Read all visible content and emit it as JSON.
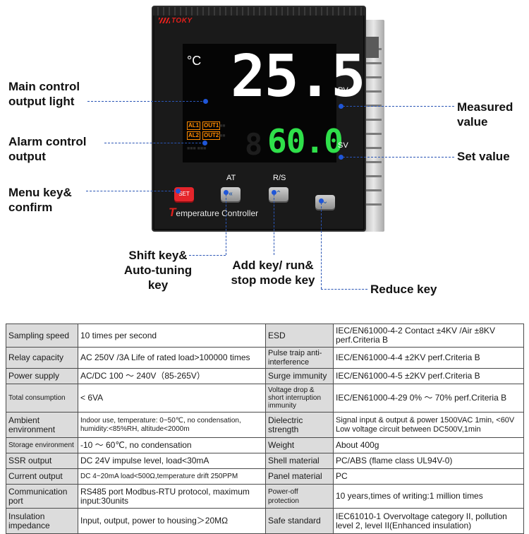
{
  "device": {
    "brand": "TOKY",
    "unit": "°C",
    "pv_value": "25.5",
    "sv_value": "60.0",
    "sv_ghost": "8",
    "pv_tag": "PV",
    "sv_tag": "SV",
    "indicators": [
      "AL1",
      "OUT1",
      "AL2",
      "OUT2"
    ],
    "keys": {
      "set": "SET",
      "at": "AT",
      "rs": "R/S"
    },
    "product_first_letter": "T",
    "product_rest": "emperature Controller"
  },
  "callouts": {
    "main_control_l1": "Main control",
    "main_control_l2": "output light",
    "alarm_l1": "Alarm control",
    "alarm_l2": "output",
    "menu_l1": "Menu key&",
    "menu_l2": "confirm",
    "measured_l1": "Measured",
    "measured_l2": "value",
    "set_value": "Set value",
    "shift_l1": "Shift key&",
    "shift_l2": "Auto-tuning",
    "shift_l3": "key",
    "add_l1": "Add key/ run&",
    "add_l2": "stop mode key",
    "reduce": "Reduce key"
  },
  "table": {
    "rows": [
      [
        "Sampling speed",
        "10 times per second",
        "ESD",
        "IEC/EN61000-4-2   Contact ±4KV /Air ±8KV perf.Criteria B"
      ],
      [
        "Relay capacity",
        "AC 250V /3A Life of rated load>100000 times",
        "Pulse traip anti-interference",
        "IEC/EN61000-4-4  ±2KV  perf.Criteria B"
      ],
      [
        "Power supply",
        "AC/DC 100 ～ 240V（85-265V）",
        "Surge immunity",
        "IEC/EN61000-4-5  ±2KV  perf.Criteria B"
      ],
      [
        "Total consumption",
        "< 6VA",
        "Voltage drop & short interruption immunity",
        "IEC/EN61000-4-29  0% ～ 70% perf.Criteria B"
      ],
      [
        "Ambient environment",
        "Indoor use, temperature: 0~50℃, no condensation, humidity:<85%RH, altitude<2000m",
        "Dielectric strength",
        "Signal input & output & power 1500VAC 1min, <60V Low voltage circuit between DC500V,1min"
      ],
      [
        "Storage environment",
        "-10 ～ 60℃, no condensation",
        "Weight",
        "About 400g"
      ],
      [
        "SSR output",
        "DC 24V impulse level, load<30mA",
        "Shell material",
        "PC/ABS (flame class UL94V-0)"
      ],
      [
        "Current output",
        "DC 4~20mA load<500Ω,temperature drift 250PPM",
        "Panel material",
        "PC"
      ],
      [
        "Communication port",
        "RS485 port Modbus-RTU protocol, maximum input:30units",
        "Power-off protection",
        "10 years,times of writing:1 million times"
      ],
      [
        "Insulation impedance",
        "Input, output, power to housing＞20MΩ",
        "Safe standard",
        "IEC61010-1 Overvoltage category II, pollution level 2, level II(Enhanced insulation)"
      ]
    ]
  }
}
